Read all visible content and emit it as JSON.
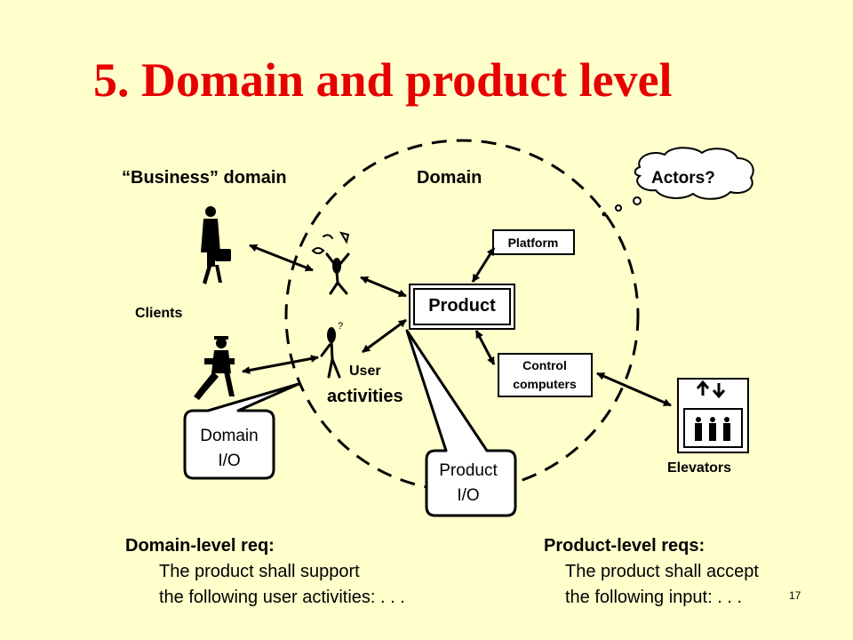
{
  "slide": {
    "title": "5. Domain and product level",
    "page_number": "17"
  },
  "diagram": {
    "business_domain_label": "“Business” domain",
    "domain_label": "Domain",
    "clients_label": "Clients",
    "user_label": "User",
    "activities_label": "activities",
    "product_label": "Product",
    "platform_label": "Platform",
    "control_line1": "Control",
    "control_line2": "computers",
    "elevators_label": "Elevators",
    "actors_label": "Actors?",
    "domain_io_line1": "Domain",
    "domain_io_line2": "I/O",
    "product_io_line1": "Product",
    "product_io_line2": "I/O"
  },
  "requirements": {
    "domain": {
      "heading": "Domain-level req:",
      "line1": "The product shall support",
      "line2": "the following user activities: . . ."
    },
    "product": {
      "heading": "Product-level reqs:",
      "line1": "The product shall accept",
      "line2": "the following input: . . ."
    }
  }
}
